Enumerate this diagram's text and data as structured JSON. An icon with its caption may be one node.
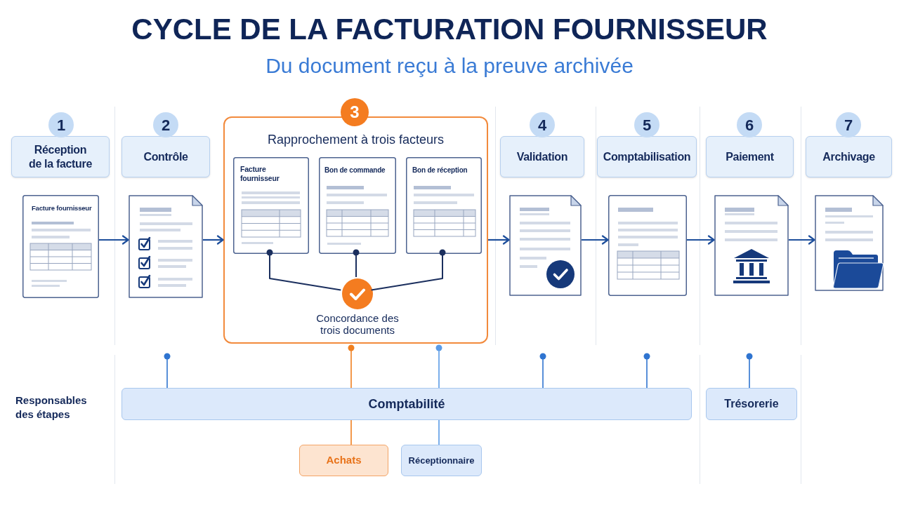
{
  "diagram": {
    "title": "CYCLE DE LA FACTURATION FOURNISSEUR",
    "nodes": [
      {
        "text": [
          "1"
        ]
      },
      {
        "text": [
          "Réception de la facture"
        ]
      },
      {
        "text": [
          "Facture fournisseur"
        ]
      },
      {
        "text": [
          "2"
        ]
      },
      {
        "text": [
          "Contrôle"
        ]
      },
      {
        "text": [],
        "shape": "picture"
      },
      {
        "text": [
          "3"
        ]
      },
      {
        "text": [
          "Rapprochement à trois facteurs"
        ]
      },
      {
        "text": [
          "Facture fournisseur"
        ],
        "in": 7
      },
      {
        "text": [
          "Bon de commande"
        ],
        "in": 7
      },
      {
        "text": [
          "Bon de réception"
        ],
        "in": 7
      },
      {
        "text": [],
        "shape": "circle",
        "in": 7,
        "beside": [
          "Concordance des trois documents"
        ]
      },
      {
        "text": [
          "4"
        ]
      },
      {
        "text": [
          "Validation"
        ]
      },
      {
        "text": [],
        "shape": "picture"
      },
      {
        "text": [
          "5"
        ]
      },
      {
        "text": [
          "Comptabilisation"
        ]
      },
      {
        "text": [],
        "shape": "picture"
      },
      {
        "text": [
          "6"
        ]
      },
      {
        "text": [
          "Paiement"
        ]
      },
      {
        "text": [],
        "shape": "picture"
      },
      {
        "text": [
          "7"
        ]
      },
      {
        "text": [
          "Archivage"
        ]
      },
      {
        "text": [],
        "shape": "picture"
      },
      {
        "text": [
          "Comptabilité"
        ]
      },
      {
        "text": [
          "Trésorerie"
        ]
      },
      {
        "text": [
          "Achats"
        ]
      },
      {
        "text": [
          "Réceptionnaire"
        ]
      }
    ],
    "edges": [
      {
        "from": 2,
        "to": 5,
        "arrow": "to"
      },
      {
        "from": 5,
        "to": 7,
        "arrow": "to"
      },
      {
        "from": 7,
        "to": 14,
        "arrow": "to"
      },
      {
        "from": 14,
        "to": 17,
        "arrow": "to"
      },
      {
        "from": 17,
        "to": 20,
        "arrow": "to"
      },
      {
        "from": 20,
        "to": 23,
        "arrow": "to"
      },
      {
        "from": 8,
        "to": 11,
        "arrow": "other",
        "color": "#1b2f5e"
      },
      {
        "from": 9,
        "to": 11,
        "arrow": "other",
        "color": "#1b2f5e"
      },
      {
        "from": 10,
        "to": 11,
        "arrow": "other",
        "color": "#1b2f5e"
      },
      {
        "from": null,
        "to": 24,
        "arrow": "other",
        "color": "#2f74d0"
      },
      {
        "from": 7,
        "to": 24,
        "arrow": "other",
        "color": "#f07f1f"
      },
      {
        "from": 24,
        "to": 26,
        "arrow": "none",
        "color": "#f07f1f"
      },
      {
        "from": 7,
        "to": 24,
        "arrow": "other",
        "color": "#5b9be6"
      },
      {
        "from": 24,
        "to": 27,
        "arrow": "none",
        "color": "#5b9be6"
      },
      {
        "from": null,
        "to": 24,
        "arrow": "other",
        "color": "#2f74d0"
      },
      {
        "from": null,
        "to": 24,
        "arrow": "other",
        "color": "#2f74d0"
      },
      {
        "from": null,
        "to": 25,
        "arrow": "other",
        "color": "#2f74d0"
      }
    ],
    "labels": [
      "Du document reçu à la preuve archivée",
      "Responsables des étapes"
    ]
  }
}
